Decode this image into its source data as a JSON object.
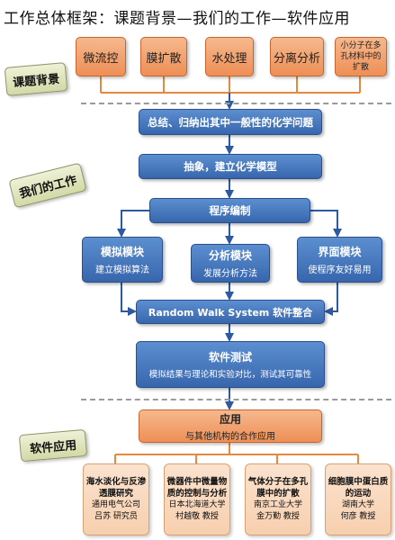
{
  "title": "工作总体框架：课题背景—我们的工作—软件应用",
  "sections": {
    "background": "课题背景",
    "our_work": "我们的工作",
    "application": "软件应用"
  },
  "background_topics": [
    "微流控",
    "膜扩散",
    "水处理",
    "分离分析",
    "小分子在多孔材料中的扩散"
  ],
  "steps": {
    "summarize": "总结、归纳出其中一般性的化学问题",
    "abstract": "抽象，建立化学模型",
    "program": "程序编制",
    "integrate": "Random Walk System 软件整合"
  },
  "modules": [
    {
      "title": "模拟模块",
      "subtitle": "建立模拟算法"
    },
    {
      "title": "分析模块",
      "subtitle": "发展分析方法"
    },
    {
      "title": "界面模块",
      "subtitle": "使程序友好易用"
    }
  ],
  "testing": {
    "title": "软件测试",
    "subtitle": "模拟结果与理论和实验对比，测试其可靠性"
  },
  "application_box": {
    "title": "应用",
    "subtitle": "与其他机构的合作应用"
  },
  "partners": [
    {
      "title": "海水淡化与反渗透膜研究",
      "line1": "通用电气公司",
      "line2": "吕苏 研究员"
    },
    {
      "title": "微器件中微量物质的控制与分析",
      "line1": "日本北海道大学",
      "line2": "村越敬 教授"
    },
    {
      "title": "气体分子在多孔膜中的扩散",
      "line1": "南京工业大学",
      "line2": "金万勤 教授"
    },
    {
      "title": "细胞膜中蛋白质的运动",
      "line1": "湖南大学",
      "line2": "何彦 教授"
    }
  ],
  "colors": {
    "orange_box": "#ee8f56",
    "blue_box": "#3866ad",
    "connector": "#e6893f",
    "arrow": "#2c5aa0",
    "scroll_label": "#d3d9a6",
    "partner_box": "#f7cfae"
  }
}
